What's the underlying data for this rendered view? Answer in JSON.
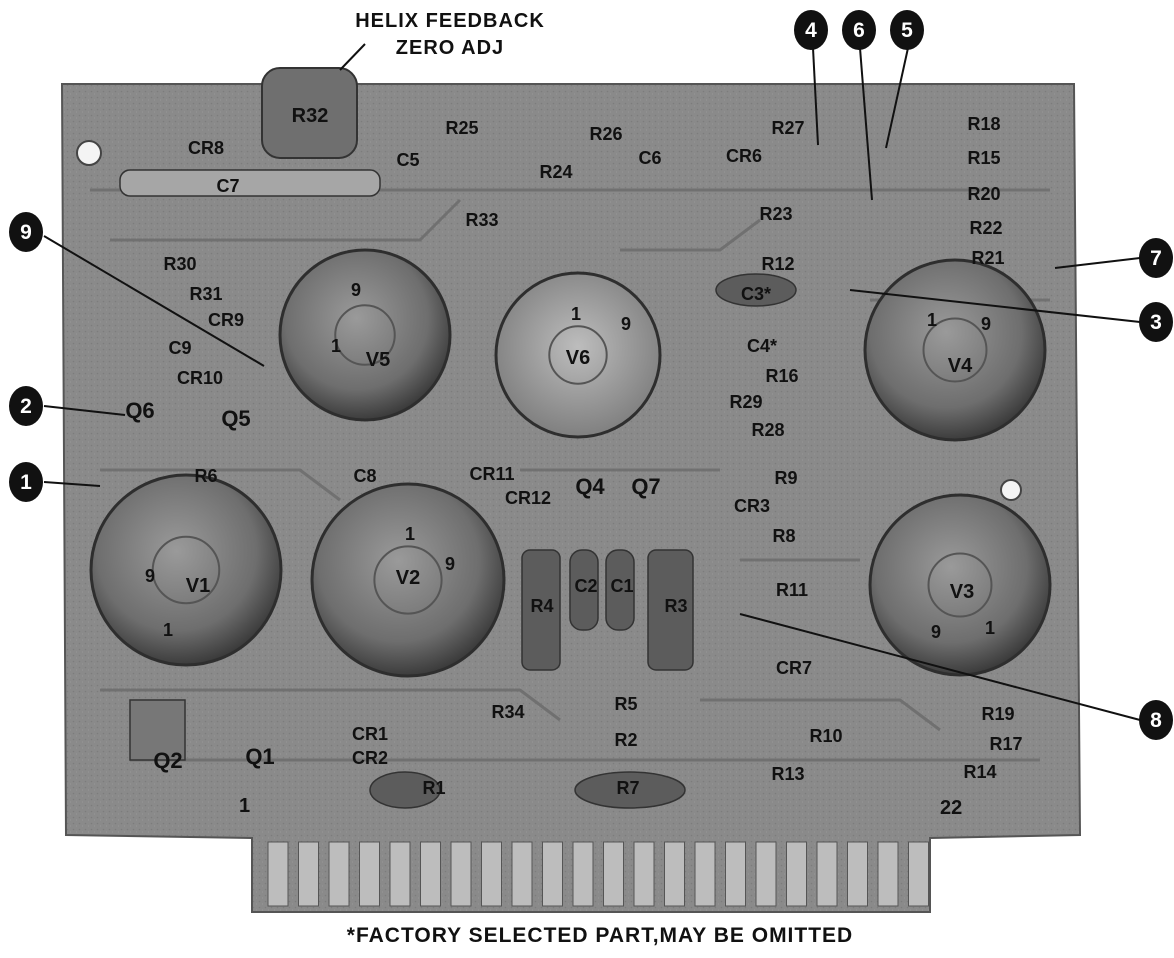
{
  "header": {
    "line1": "HELIX FEEDBACK",
    "line2": "ZERO ADJ"
  },
  "footnote": "*FACTORY SELECTED PART,MAY BE OMITTED",
  "edge_pins": {
    "first": "1",
    "last": "22"
  },
  "callouts": [
    {
      "id": "1",
      "label": "1"
    },
    {
      "id": "2",
      "label": "2"
    },
    {
      "id": "3",
      "label": "3"
    },
    {
      "id": "4",
      "label": "4"
    },
    {
      "id": "5",
      "label": "5"
    },
    {
      "id": "6",
      "label": "6"
    },
    {
      "id": "7",
      "label": "7"
    },
    {
      "id": "8",
      "label": "8"
    },
    {
      "id": "9",
      "label": "9"
    }
  ],
  "tubes": [
    {
      "name": "V1",
      "pin_a": "9",
      "pin_b": "1"
    },
    {
      "name": "V2",
      "pin_a": "1",
      "pin_b": "9"
    },
    {
      "name": "V3",
      "pin_a": "9",
      "pin_b": "1"
    },
    {
      "name": "V4",
      "pin_a": "1",
      "pin_b": "9"
    },
    {
      "name": "V5",
      "pin_a": "9",
      "pin_b": "1"
    },
    {
      "name": "V6",
      "pin_a": "1",
      "pin_b": "9"
    }
  ],
  "components": [
    "R32",
    "CR8",
    "C7",
    "R25",
    "C5",
    "R26",
    "R24",
    "C6",
    "R27",
    "CR6",
    "R18",
    "R15",
    "R20",
    "R22",
    "R21",
    "R23",
    "R33",
    "R12",
    "C3*",
    "R30",
    "R31",
    "CR9",
    "C9",
    "CR10",
    "C4*",
    "R16",
    "R29",
    "R28",
    "Q6",
    "Q5",
    "R6",
    "C8",
    "CR11",
    "CR12",
    "Q4",
    "Q7",
    "R9",
    "CR3",
    "R8",
    "R4",
    "C2",
    "C1",
    "R3",
    "R11",
    "CR7",
    "R34",
    "R5",
    "R2",
    "R19",
    "R10",
    "R17",
    "R14",
    "R13",
    "Q2",
    "Q1",
    "CR1",
    "CR2",
    "R1",
    "R7"
  ]
}
